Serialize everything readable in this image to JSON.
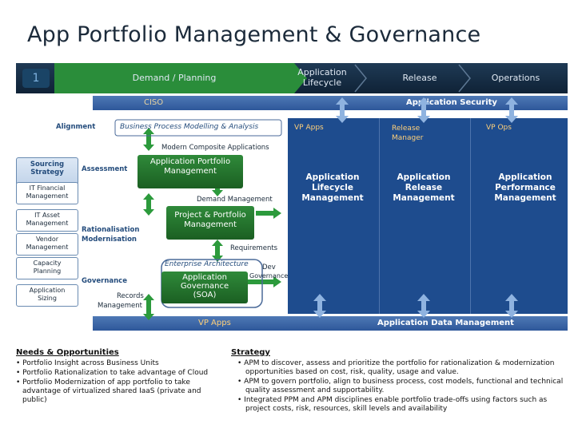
{
  "title": "App Portfolio Management & Governance",
  "band": {
    "num": "1",
    "seg1": "Demand / Planning",
    "seg2": "Application Lifecycle",
    "seg3": "Release",
    "seg4": "Operations"
  },
  "bars": {
    "ciso": "CISO",
    "security": "Application Security",
    "vp_apps_bottom": "VP Apps",
    "data_mgmt": "Application Data Management"
  },
  "left_labels": {
    "alignment": "Alignment",
    "assessment": "Assessment",
    "rationalisation": "Rationalisation",
    "modernisation": "Modernisation",
    "governance": "Governance",
    "records": "Records",
    "management": "Management"
  },
  "sidebar": [
    {
      "line1": "Sourcing",
      "line2": "Strategy",
      "header": true
    },
    {
      "line1": "IT Financial",
      "line2": "Management"
    },
    {
      "line1": "IT Asset",
      "line2": "Management"
    },
    {
      "line1": "Vendor",
      "line2": "Management"
    },
    {
      "line1": "Capacity",
      "line2": "Planning"
    },
    {
      "line1": "Application",
      "line2": "Sizing"
    }
  ],
  "center": {
    "bpm": "Business Process  Modelling  & Analysis",
    "modern": "Modern Composite Applications",
    "apm_l1": "Application Portfolio",
    "apm_l2": "Management",
    "demand": "Demand Management",
    "ppm_l1": "Project & Portfolio",
    "ppm_l2": "Management",
    "requirements": "Requirements",
    "ea": "Enterprise Architecture",
    "dev1": "Dev",
    "dev2": "Governance",
    "gov_l1": "Application",
    "gov_l2": "Governance",
    "gov_l3": "(SOA)"
  },
  "panels": {
    "vp_apps": "VP Apps",
    "release_mgr_l1": "Release",
    "release_mgr_l2": "Manager",
    "vp_ops": "VP Ops",
    "alm": [
      "Application",
      "Lifecycle",
      "Management"
    ],
    "arm": [
      "Application",
      "Release",
      "Management"
    ],
    "apmgmt": [
      "Application",
      "Performance",
      "Management"
    ]
  },
  "needs": {
    "heading": "Needs & Opportunities",
    "items": [
      "Portfolio Insight across Business Units",
      "Portfolio Rationalization to take advantage of Cloud",
      "Portfolio Modernization of app portfolio to take advantage of virtualized shared IaaS (private and public)"
    ]
  },
  "strategy": {
    "heading": "Strategy",
    "items": [
      "APM to discover, assess and prioritize the portfolio for rationalization & modernization opportunities based on cost, risk, quality, usage and value.",
      "APM to govern portfolio, align to business process, cost models, functional and technical quality assessment and supportability.",
      " Integrated PPM and APM disciplines enable portfolio trade-offs using factors such as project costs, risk, resources, skill levels and availability"
    ]
  },
  "colors": {
    "band_dark": "#12263b",
    "green": "#2a8d3a",
    "blue_panel": "#1e4c8e",
    "accent_blue": "#244c7c",
    "arrow": "#7fa6d6"
  }
}
